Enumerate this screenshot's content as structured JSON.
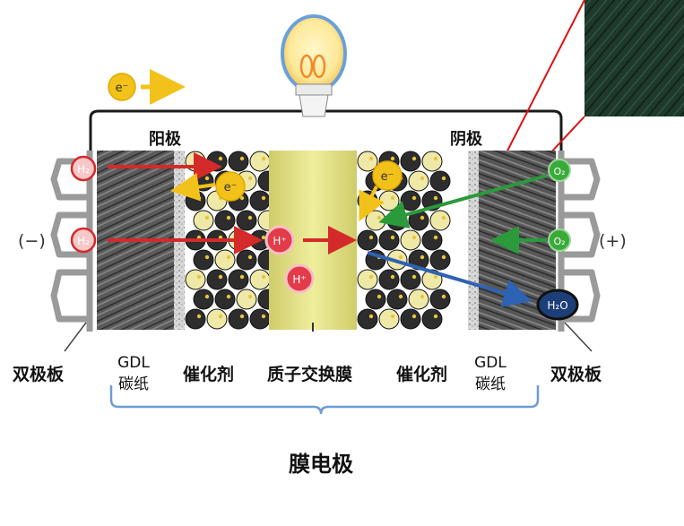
{
  "labels": {
    "anode": "阳极",
    "cathode": "阴极",
    "neg_sign": "(−)",
    "pos_sign": "(+)",
    "bipolar_left": "双极板",
    "bipolar_right": "双极板",
    "gdl_left_1": "GDL",
    "gdl_left_2": "碳纸",
    "catalyst_left": "催化剂",
    "membrane": "质子交换膜",
    "catalyst_right": "催化剂",
    "gdl_right_1": "GDL",
    "gdl_right_2": "碳纸",
    "mea": "膜电极"
  },
  "particles": {
    "electron": "e⁻",
    "h2_left_top": "H₂",
    "h2_left_mid": "H₂",
    "hplus_mid": "H⁺",
    "hplus_low": "H⁺",
    "o2_top": "O₂",
    "o2_mid": "O₂",
    "h2o": "H₂O"
  },
  "colors": {
    "arrow_red": "#d42a2a",
    "arrow_green": "#2a9a3a",
    "arrow_blue": "#2e62b5",
    "electron_yellow": "#f2c21a",
    "membrane": "#e2e08a",
    "brace_blue": "#6d9bd6"
  }
}
